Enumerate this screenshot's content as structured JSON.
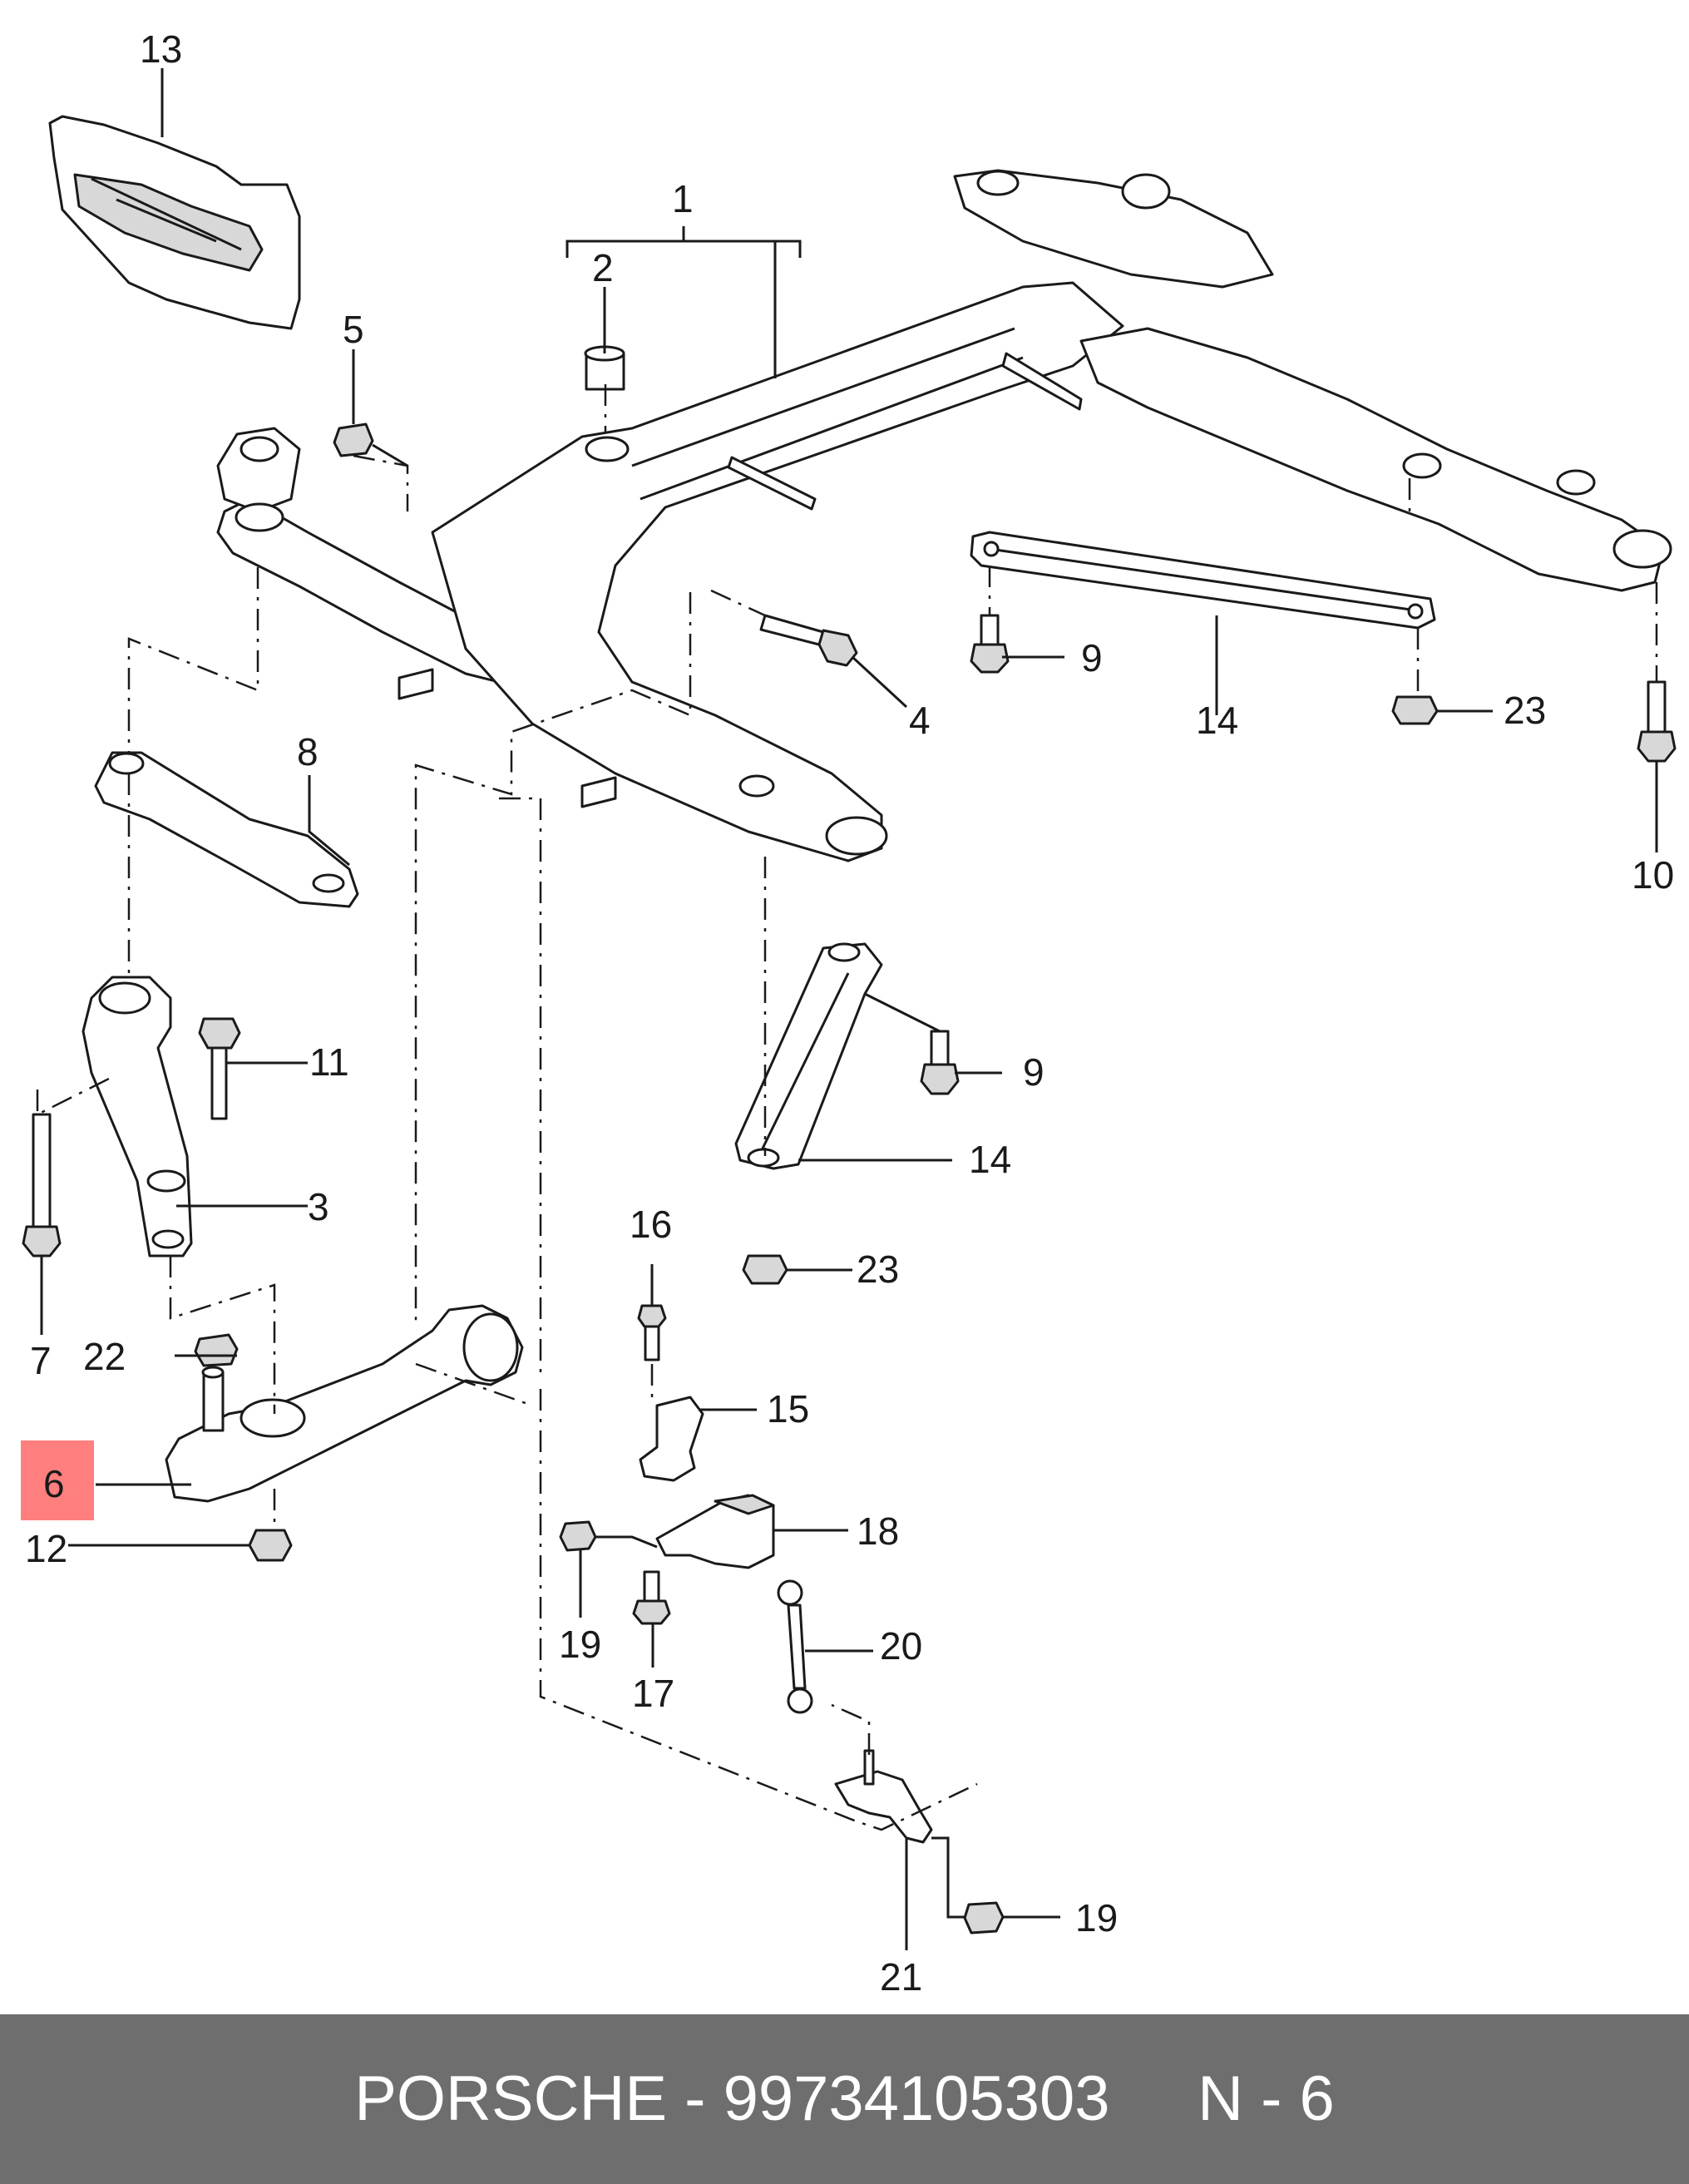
{
  "callouts": {
    "c1": "1",
    "c2": "2",
    "c3": "3",
    "c4": "4",
    "c5": "5",
    "c6": "6",
    "c7": "7",
    "c8": "8",
    "c9a": "9",
    "c9b": "9",
    "c10": "10",
    "c11": "11",
    "c12": "12",
    "c13": "13",
    "c14a": "14",
    "c14b": "14",
    "c15": "15",
    "c16": "16",
    "c17": "17",
    "c18": "18",
    "c19a": "19",
    "c19b": "19",
    "c20": "20",
    "c21": "21",
    "c22": "22",
    "c23a": "23",
    "c23b": "23"
  },
  "highlight": {
    "part": "6",
    "color": "#ff7f7f"
  },
  "footer": {
    "brand": "PORSCHE",
    "separator": " - ",
    "part_number": "99734105303",
    "page_gap": "     ",
    "page_ref": "N - 6"
  }
}
